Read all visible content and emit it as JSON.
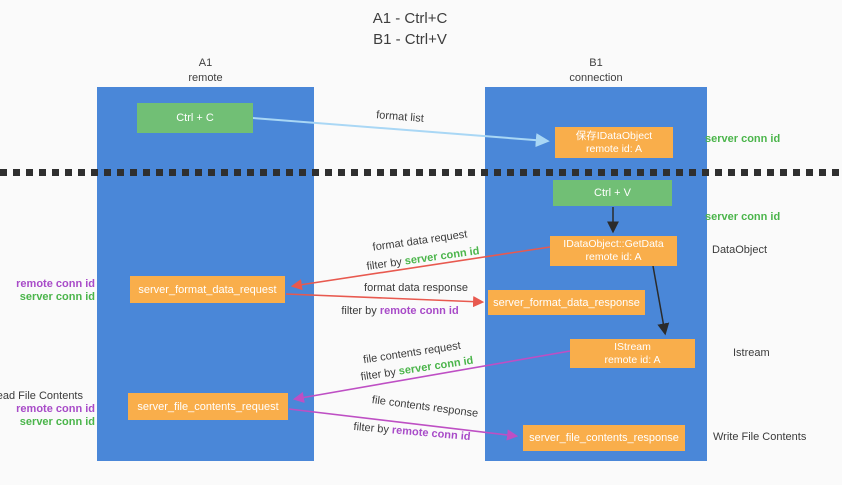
{
  "title": {
    "line1": "A1 - Ctrl+C",
    "line2": "B1 - Ctrl+V"
  },
  "lanes": {
    "a": {
      "name": "A1",
      "subtitle": "remote"
    },
    "b": {
      "name": "B1",
      "subtitle": "connection"
    }
  },
  "nodes": {
    "ctrl_c": {
      "label": "Ctrl + C"
    },
    "ctrl_v": {
      "label": "Ctrl + V"
    },
    "save_dataobject": {
      "line1": "保存IDataObject",
      "line2": "remote id: A"
    },
    "getdata": {
      "line1": "IDataObject::GetData",
      "line2": "remote id: A"
    },
    "istream": {
      "line1": "IStream",
      "line2": "remote id: A"
    },
    "format_request": {
      "label": "server_format_data_request"
    },
    "format_response": {
      "label": "server_format_data_response"
    },
    "file_request": {
      "label": "server_file_contents_request"
    },
    "file_response": {
      "label": "server_file_contents_response"
    }
  },
  "side_labels": {
    "server_conn_id_top": "server conn id",
    "server_conn_id_mid": "server conn id",
    "dataobject": "DataObject",
    "istream": "Istream",
    "write_file_contents": "Write File Contents",
    "read_file_contents": "Read File Contents",
    "remote_conn_id_upper": "remote conn id",
    "server_conn_id_upper": "server conn id",
    "remote_conn_id_lower": "remote conn id",
    "server_conn_id_lower": "server conn id"
  },
  "arrows": {
    "format_list": {
      "label": "format list"
    },
    "format_data_request": {
      "label": "format data request",
      "filter_prefix": "filter by",
      "filter_key": "server conn id"
    },
    "format_data_response": {
      "label": "format data response",
      "filter_prefix": "filter by",
      "filter_key": "remote conn id"
    },
    "file_contents_request": {
      "label": "file contents request",
      "filter_prefix": "filter by",
      "filter_key": "server conn id"
    },
    "file_contents_response": {
      "label": "file contents response",
      "filter_prefix": "filter by",
      "filter_key": "remote conn id"
    }
  },
  "colors": {
    "lane_blue": "#4A87D8",
    "node_green": "#71BF75",
    "node_orange": "#F9AE4B",
    "server_conn_green": "#4BB54B",
    "remote_conn_purple": "#A84BC8",
    "arrow_red": "#E8594F",
    "arrow_magenta": "#BE4FC4",
    "arrow_blue": "#A9D7F5",
    "arrow_black": "#2B2B2B",
    "text_dark": "#3B3B3B",
    "background": "#FAFAFA"
  }
}
